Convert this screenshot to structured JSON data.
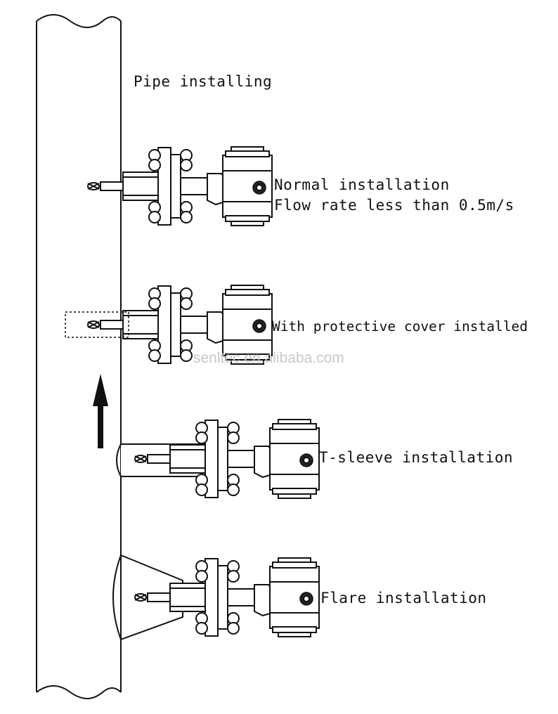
{
  "labels": {
    "pipe": "Pipe installing",
    "normal_line1": "Normal installation",
    "normal_line2": "Flow rate less than 0.5m/s",
    "protective": "With protective cover installed",
    "tsleeve": "T-sleeve installation",
    "flare": "Flare installation"
  },
  "watermark": "senltec.en.alibaba.com",
  "flow_direction": "up"
}
